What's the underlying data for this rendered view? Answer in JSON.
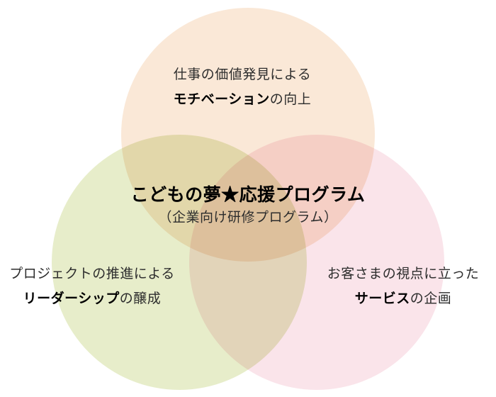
{
  "page": {
    "background_color": "#FFFFFF",
    "text_color": "#2D2D2D"
  },
  "diagram": {
    "type": "venn-3",
    "center": {
      "title": "こどもの夢★応援プログラム",
      "subtitle": "（企業向け研修プログラム）"
    },
    "circles": {
      "top": {
        "name": "motivation",
        "color": "#FAE8D7",
        "label": {
          "line1": "仕事の価値発見による",
          "bold": "モチベーション",
          "suffix": "の向上"
        }
      },
      "left": {
        "name": "leadership",
        "color": "#E7EDCA",
        "label": {
          "line1": "プロジェクトの推進による",
          "bold": "リーダーシップ",
          "suffix": "の醸成"
        }
      },
      "right": {
        "name": "service",
        "color": "#FAE4EA",
        "label": {
          "line1": "お客さまの視点に立った",
          "bold": "サービス",
          "suffix": "の企画"
        }
      }
    },
    "overlap_blend": "multiply"
  }
}
